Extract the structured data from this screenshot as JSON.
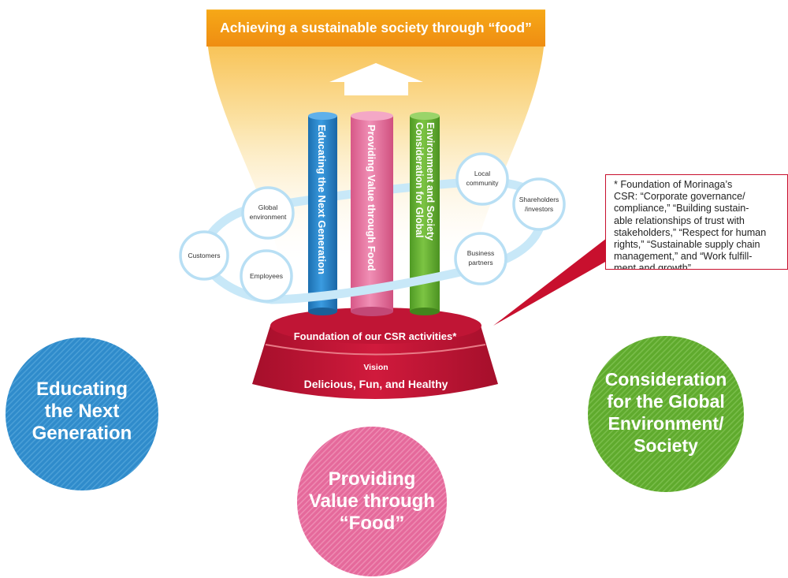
{
  "banner": {
    "text": "Achieving a sustainable society through “food”"
  },
  "pillars": [
    {
      "line1": "Educating the Next Generation",
      "line2": ""
    },
    {
      "line1": "Providing Value through Food",
      "line2": ""
    },
    {
      "line1": "Consideration for Global",
      "line2": "Environment and Society"
    }
  ],
  "stakeholders": {
    "global_environment": [
      "Global",
      "environment"
    ],
    "customers": [
      "Customers"
    ],
    "employees": [
      "Employees"
    ],
    "local_community": [
      "Local",
      "community"
    ],
    "shareholders": [
      "Shareholders",
      "/investors"
    ],
    "business_partners": [
      "Business",
      "partners"
    ]
  },
  "base": {
    "foundation": "Foundation of our CSR activities*",
    "vision_label": "Vision",
    "vision_text": "Delicious, Fun, and Healthy"
  },
  "note": {
    "lines": [
      "* Foundation of Morinaga’s",
      "CSR: “Corporate governance/",
      "compliance,” “Building sustain-",
      "able relationships of trust with",
      "stakeholders,” “Respect for human",
      "rights,” “Sustainable supply chain",
      "management,” and “Work fulfill-",
      "ment and growth”"
    ]
  },
  "circles": {
    "educating": [
      "Educating",
      "the Next",
      "Generation"
    ],
    "providing": [
      "Providing",
      "Value through",
      "“Food”"
    ],
    "consideration": [
      "Consideration",
      "for the Global",
      "Environment/",
      "Society"
    ]
  },
  "colors": {
    "blue": "#2b88c8",
    "pink": "#e56b9c",
    "green": "#62ae2f",
    "red": "#c01535",
    "orange": "#f5a31a",
    "light_blue": "#c4e6f7"
  }
}
